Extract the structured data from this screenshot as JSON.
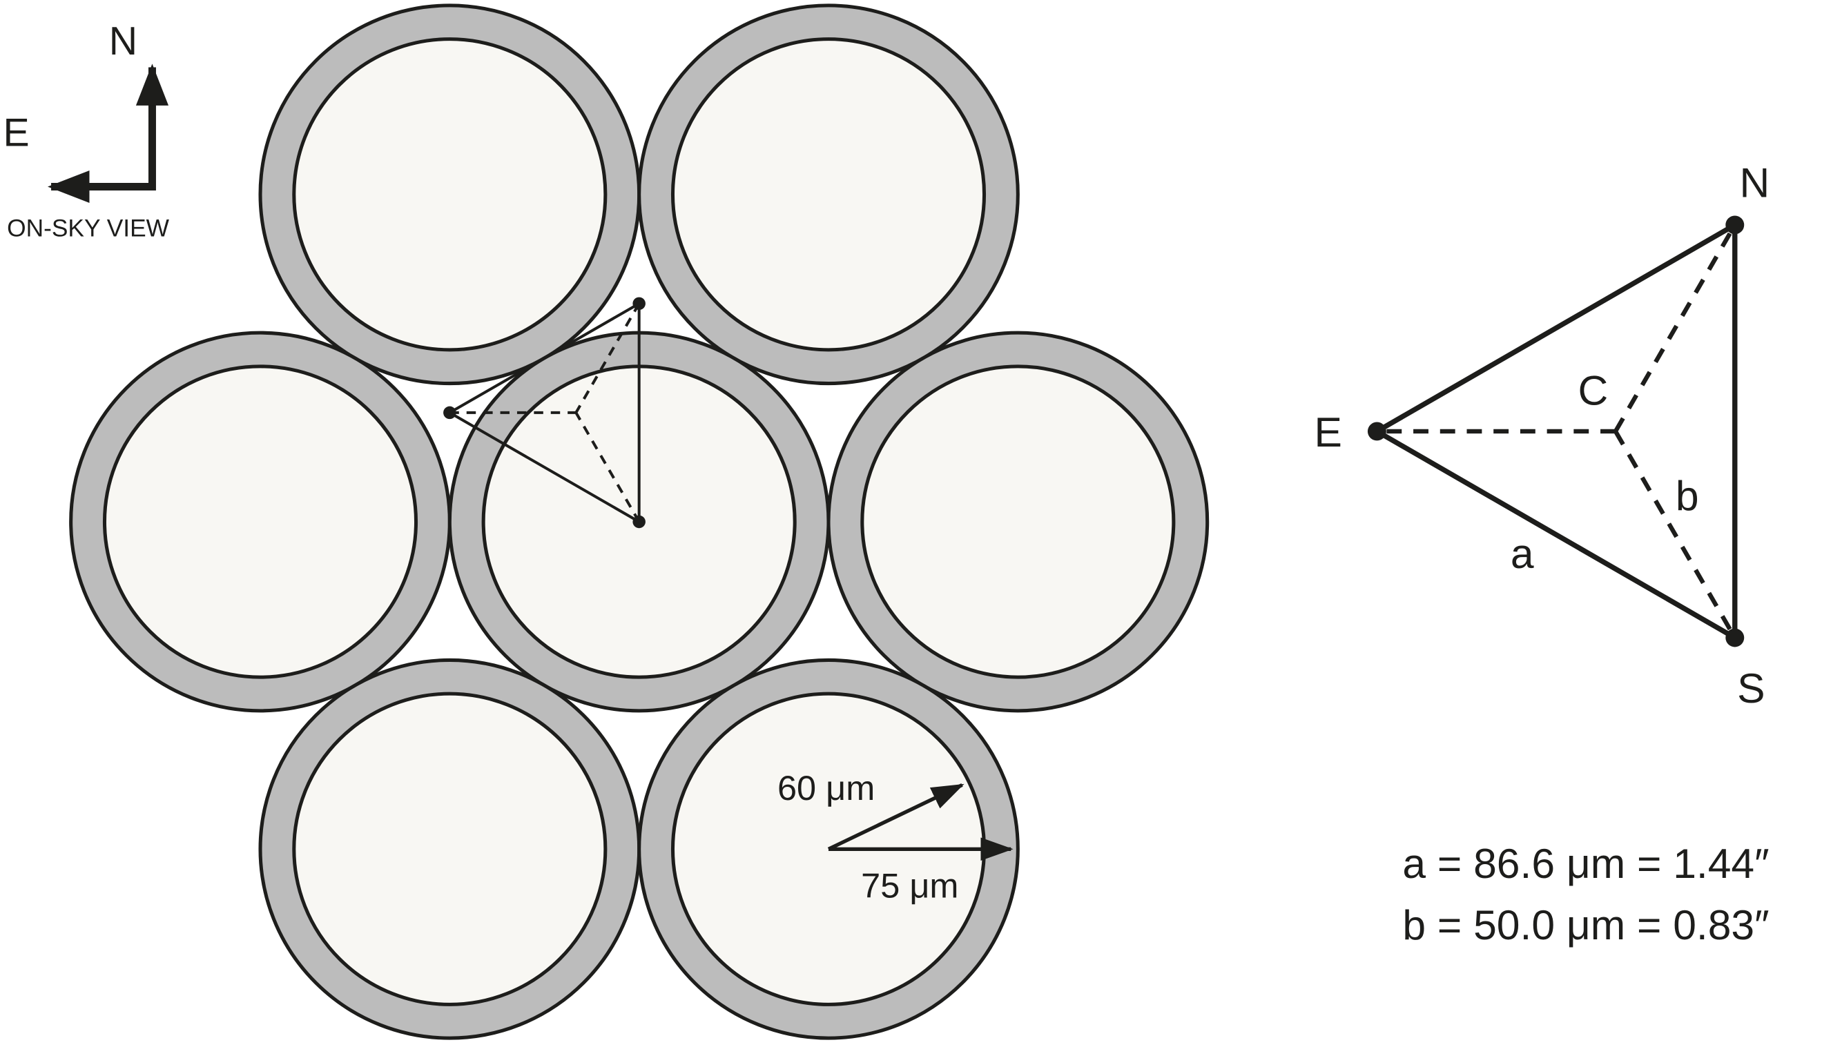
{
  "colors": {
    "background": "#ffffff",
    "ring": "#bcbcbc",
    "core": "#f8f7f3",
    "outline": "#1d1d1b"
  },
  "compass": {
    "north": "N",
    "east": "E",
    "caption": "ON-SKY VIEW"
  },
  "fiber_bundle": {
    "core_radius_label": "60 μm",
    "cladding_radius_label": "75 μm"
  },
  "dither_diagram": {
    "north": "N",
    "east": "E",
    "south": "S",
    "center": "C",
    "side_a": "a",
    "side_b": "b"
  },
  "measurements": {
    "a": {
      "equation": "a = 86.6 μm = 1.44″",
      "microns": 86.6,
      "arcsec": 1.44
    },
    "b": {
      "equation": "b = 50.0 μm = 0.83″",
      "microns": 50.0,
      "arcsec": 0.83
    }
  }
}
